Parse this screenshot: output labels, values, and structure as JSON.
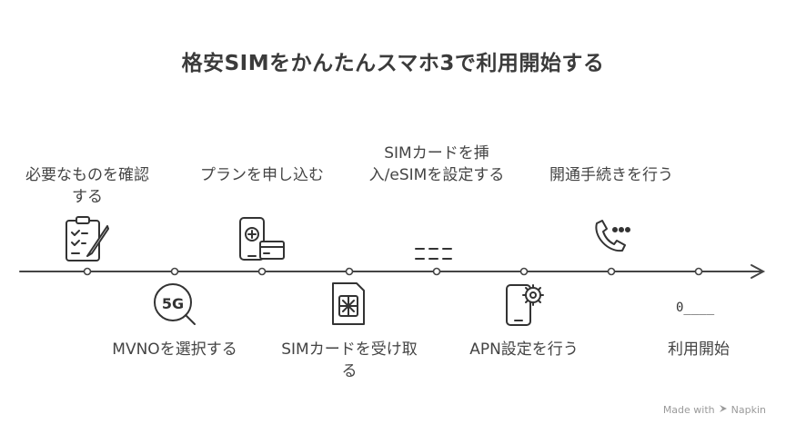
{
  "title": "格安SIMをかんたんスマホ3で利用開始する",
  "steps": [
    {
      "label": "必要なものを確認する",
      "icon": "clipboard-checklist-icon",
      "position": "top"
    },
    {
      "label": "MVNOを選択する",
      "icon": "5g-search-icon",
      "position": "bottom"
    },
    {
      "label": "プランを申し込む",
      "icon": "phone-card-icon",
      "position": "top"
    },
    {
      "label": "SIMカードを受け取る",
      "icon": "sim-card-icon",
      "position": "bottom"
    },
    {
      "label": "SIMカードを挿入/eSIMを設定する",
      "icon": "placeholder-dashes-icon",
      "position": "top"
    },
    {
      "label": "APN設定を行う",
      "icon": "phone-settings-icon",
      "position": "bottom"
    },
    {
      "label": "開通手続きを行う",
      "icon": "phone-call-icon",
      "position": "top"
    },
    {
      "label": "利用開始",
      "icon": "placeholder-text-icon",
      "position": "bottom"
    }
  ],
  "footer": {
    "made_with": "Made with",
    "brand": "Napkin"
  },
  "placeholder_text": "0____"
}
